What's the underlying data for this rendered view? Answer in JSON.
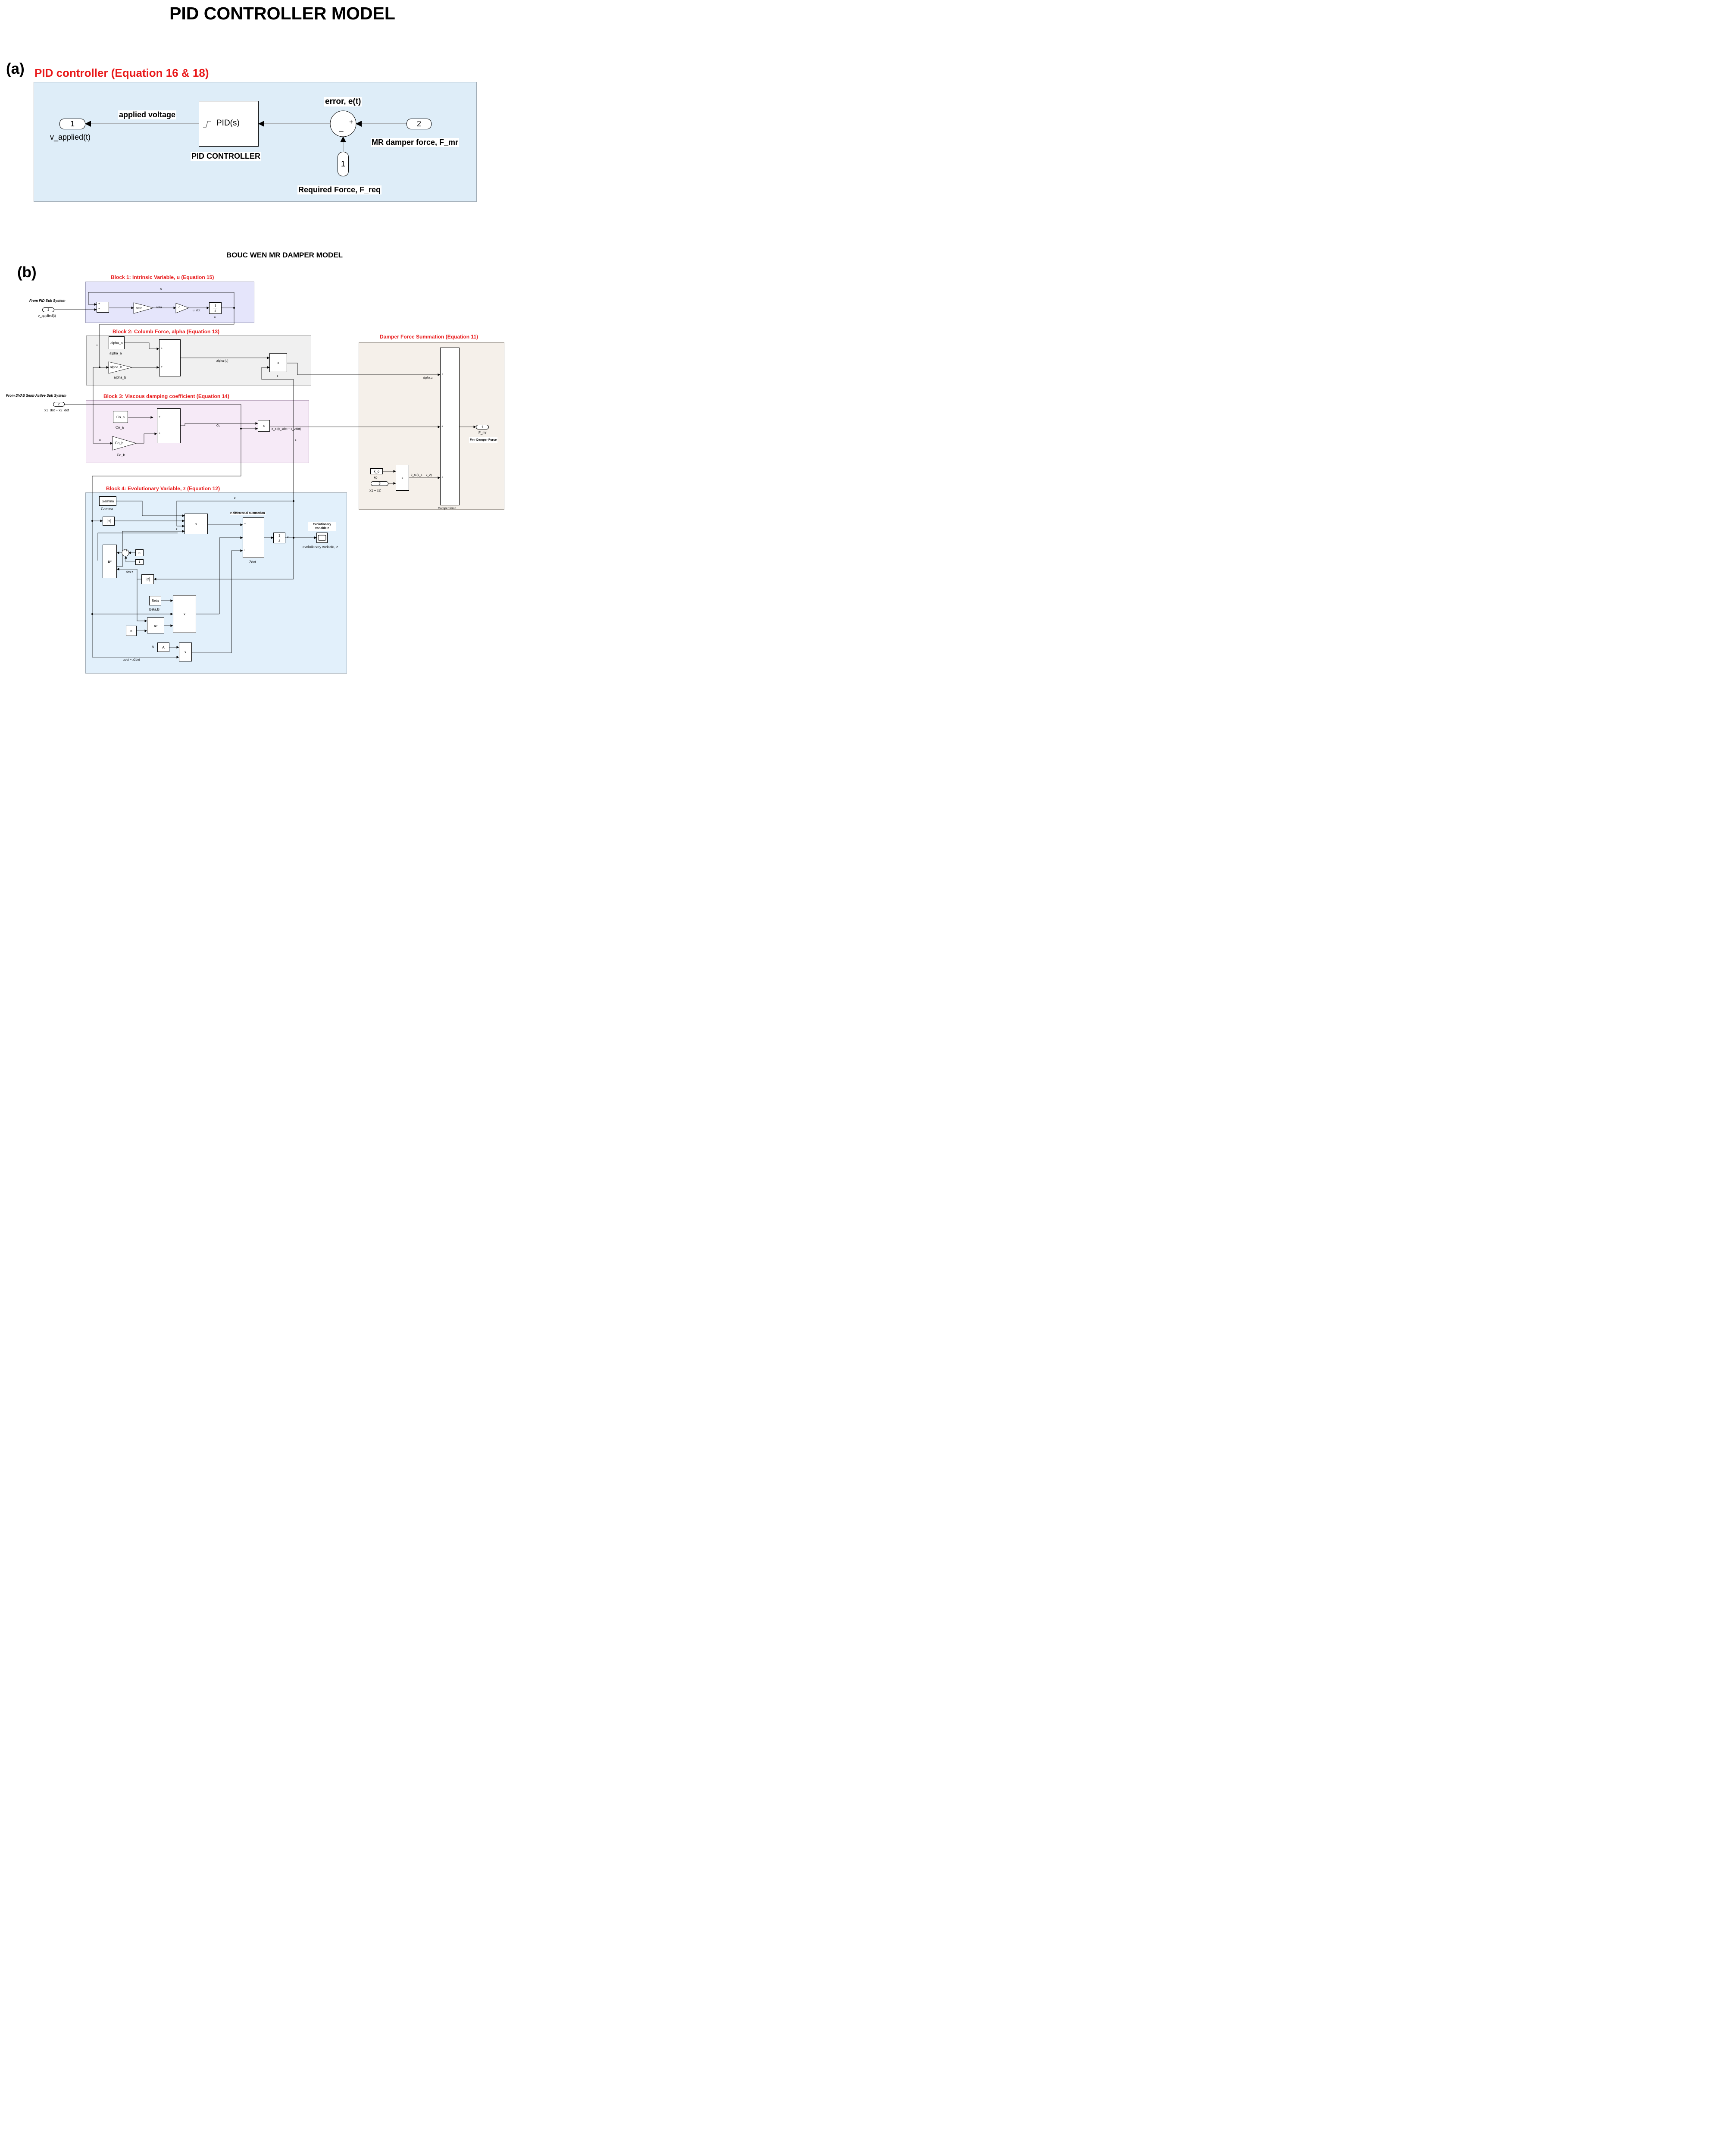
{
  "title": "PID CONTROLLER MODEL",
  "panel_a": {
    "letter": "(a)",
    "heading": "PID controller (Equation 16 & 18)",
    "outport_num": "1",
    "outport_label": "v_applied(t)",
    "signal_applied_voltage": "applied voltage",
    "pid_block_text": "PID(s)",
    "pid_block_label": "PID CONTROLLER",
    "sum_label": "error, e(t)",
    "sum_plus": "+",
    "sum_minus": "_",
    "inport2_num": "2",
    "inport2_label": "MR damper force, F_mr",
    "inport1_num": "1",
    "inport1_label": "Required Force, F_req"
  },
  "panel_b": {
    "title": "BOUC WEN MR DAMPER MODEL",
    "letter": "(b)",
    "from_pid": "From PID Sub System",
    "in1_num": "1",
    "in1_label": "v_applied(t)",
    "from_dvas": "From DVAS Semi-Active Sub System",
    "in2_num": "2",
    "in2_label": "x1_dot − x2_dot",
    "block1": {
      "heading": "Block 1: Intrinsic Variable, u (Equation 15)",
      "u_top": "u",
      "sum_plus": "+",
      "sum_minus": "−",
      "gain_neta": "neta",
      "signal_neta": "neta",
      "gain_minus1": "-1",
      "signal_udot": "u_dot",
      "integrator_num": "1",
      "integrator_den": "s",
      "integrator_label": "u"
    },
    "block2": {
      "heading": "Block 2: Columb Force, alpha (Equation 13)",
      "u_label": "u",
      "const_alpha_a": "alpha_a",
      "const_alpha_a_label": "alpha_a",
      "gain_alpha_b": "alpha_b",
      "gain_alpha_b_label": "alpha_b",
      "sum_plus": "+",
      "signal_alpha_u": "alpha (u)",
      "product": "x",
      "z_label": "z"
    },
    "block3": {
      "heading": "Block 3: Viscous damping coefficient (Equation 14)",
      "const_co_a": "Co_a",
      "const_co_a_label": "Co_a",
      "gain_co_b": "Co_b",
      "gain_co_b_label": "Co_b",
      "u_label": "u",
      "sum_plus": "+",
      "signal_co": "Co",
      "product": "x",
      "signal_co_out": "c_o.(x_1dot − x_2dot)",
      "z_label": "z"
    },
    "block4": {
      "heading": "Block 4: Evolutionary Variable, z (Equation 12)",
      "const_gamma": "Gamma",
      "const_gamma_label": "Gamma",
      "abs_text": "|u|",
      "z_top": "z",
      "z_small": "z",
      "product": "x",
      "zsum_heading": "z differential summation",
      "zsum_signs": [
        "−",
        "−",
        "+"
      ],
      "zsum_label": "Zdot",
      "integrator_num": "1",
      "integrator_den": "s",
      "z_out": "z",
      "scope_heading": "Evolutionary variable z",
      "scope_label": "evolutionary variable, z",
      "pow_text": "u",
      "pow_sup": "v",
      "sum_small_plus": "+",
      "sum_small_minus": "−",
      "const_n": "n",
      "const_1": "1",
      "abs_z_label": "abs z",
      "const_beta": "Beta",
      "const_beta_label": "Beta,B",
      "const_a": "A",
      "a_left": "A",
      "signal_xdot": "xdot − x2dot"
    },
    "summation": {
      "heading": "Damper Force Summation (Equation 11)",
      "signal_alpha_z": "alpha.z",
      "const_ko": "k_o",
      "const_ko_label": "ko",
      "in3_num": "3",
      "in3_label": "x1 − x2",
      "product": "x",
      "signal_ko": "k_o.(x_1 − x_2)",
      "sum_label": "Damper force",
      "sum_plus": "+",
      "out_num": "1",
      "out_label": "F_mr",
      "out_note": "Fmr Damper Force"
    }
  },
  "colors": {
    "red": "#e8191a",
    "panel_a_bg": "#deedf8",
    "block1_bg": "#e5e5fb",
    "block2_bg": "#f0f0f0",
    "block3_bg": "#f6eaf7",
    "block4_bg": "#e2f0fb",
    "summation_bg": "#f5f0ea"
  },
  "icons": [
    "saturation-icon",
    "scope-icon",
    "arrow-icon"
  ]
}
